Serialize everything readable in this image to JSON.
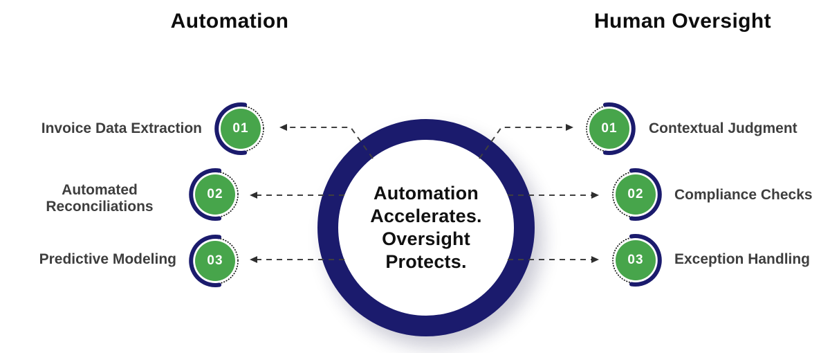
{
  "left_column": {
    "title": "Automation",
    "items": [
      {
        "number": "01",
        "label": "Invoice Data Extraction"
      },
      {
        "number": "02",
        "label": "Automated Reconciliations"
      },
      {
        "number": "03",
        "label": "Predictive Modeling"
      }
    ]
  },
  "right_column": {
    "title": "Human Oversight",
    "items": [
      {
        "number": "01",
        "label": "Contextual Judgment"
      },
      {
        "number": "02",
        "label": "Compliance Checks"
      },
      {
        "number": "03",
        "label": "Exception Handling"
      }
    ]
  },
  "center": {
    "message": "Automation Accelerates. Oversight Protects."
  },
  "colors": {
    "navy": "#1b1b6d",
    "green": "#47a54b",
    "label_gray": "#3e3e3e",
    "header_black": "#0d0d0d",
    "connector_gray": "#3f3f3f"
  }
}
